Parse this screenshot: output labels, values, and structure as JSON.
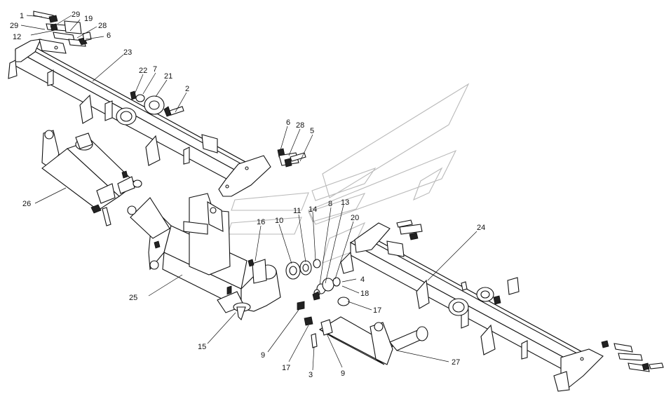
{
  "diagram": {
    "callouts": [
      {
        "id": "c1",
        "label": "1"
      },
      {
        "id": "c29a",
        "label": "29"
      },
      {
        "id": "c12",
        "label": "12"
      },
      {
        "id": "c29b",
        "label": "29"
      },
      {
        "id": "c19",
        "label": "19"
      },
      {
        "id": "c28a",
        "label": "28"
      },
      {
        "id": "c6a",
        "label": "6"
      },
      {
        "id": "c23",
        "label": "23"
      },
      {
        "id": "c22",
        "label": "22"
      },
      {
        "id": "c7",
        "label": "7"
      },
      {
        "id": "c21",
        "label": "21"
      },
      {
        "id": "c2",
        "label": "2"
      },
      {
        "id": "c6b",
        "label": "6"
      },
      {
        "id": "c28b",
        "label": "28"
      },
      {
        "id": "c5",
        "label": "5"
      },
      {
        "id": "c26",
        "label": "26"
      },
      {
        "id": "c11",
        "label": "11"
      },
      {
        "id": "c14",
        "label": "14"
      },
      {
        "id": "c8",
        "label": "8"
      },
      {
        "id": "c13",
        "label": "13"
      },
      {
        "id": "c16",
        "label": "16"
      },
      {
        "id": "c10",
        "label": "10"
      },
      {
        "id": "c20",
        "label": "20"
      },
      {
        "id": "c24",
        "label": "24"
      },
      {
        "id": "c4",
        "label": "4"
      },
      {
        "id": "c18",
        "label": "18"
      },
      {
        "id": "c25",
        "label": "25"
      },
      {
        "id": "c17a",
        "label": "17"
      },
      {
        "id": "c15",
        "label": "15"
      },
      {
        "id": "c9a",
        "label": "9"
      },
      {
        "id": "c17b",
        "label": "17"
      },
      {
        "id": "c3",
        "label": "3"
      },
      {
        "id": "c9b",
        "label": "9"
      },
      {
        "id": "c27",
        "label": "27"
      }
    ]
  }
}
